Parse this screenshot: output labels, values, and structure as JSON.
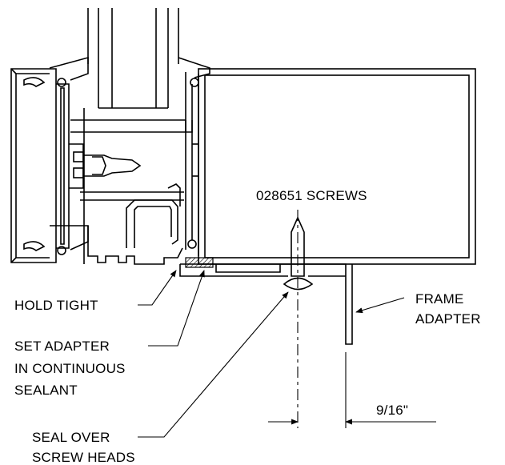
{
  "labels": {
    "screws": "028651 SCREWS",
    "hold_tight": "HOLD TIGHT",
    "frame_adapter_1": "FRAME",
    "frame_adapter_2": "ADAPTER",
    "set_adapter_1": "SET ADAPTER",
    "set_adapter_2": "IN CONTINUOUS",
    "set_adapter_3": "SEALANT",
    "seal_over_1": "SEAL OVER",
    "seal_over_2": "SCREW HEADS",
    "dimension": "9/16\""
  }
}
